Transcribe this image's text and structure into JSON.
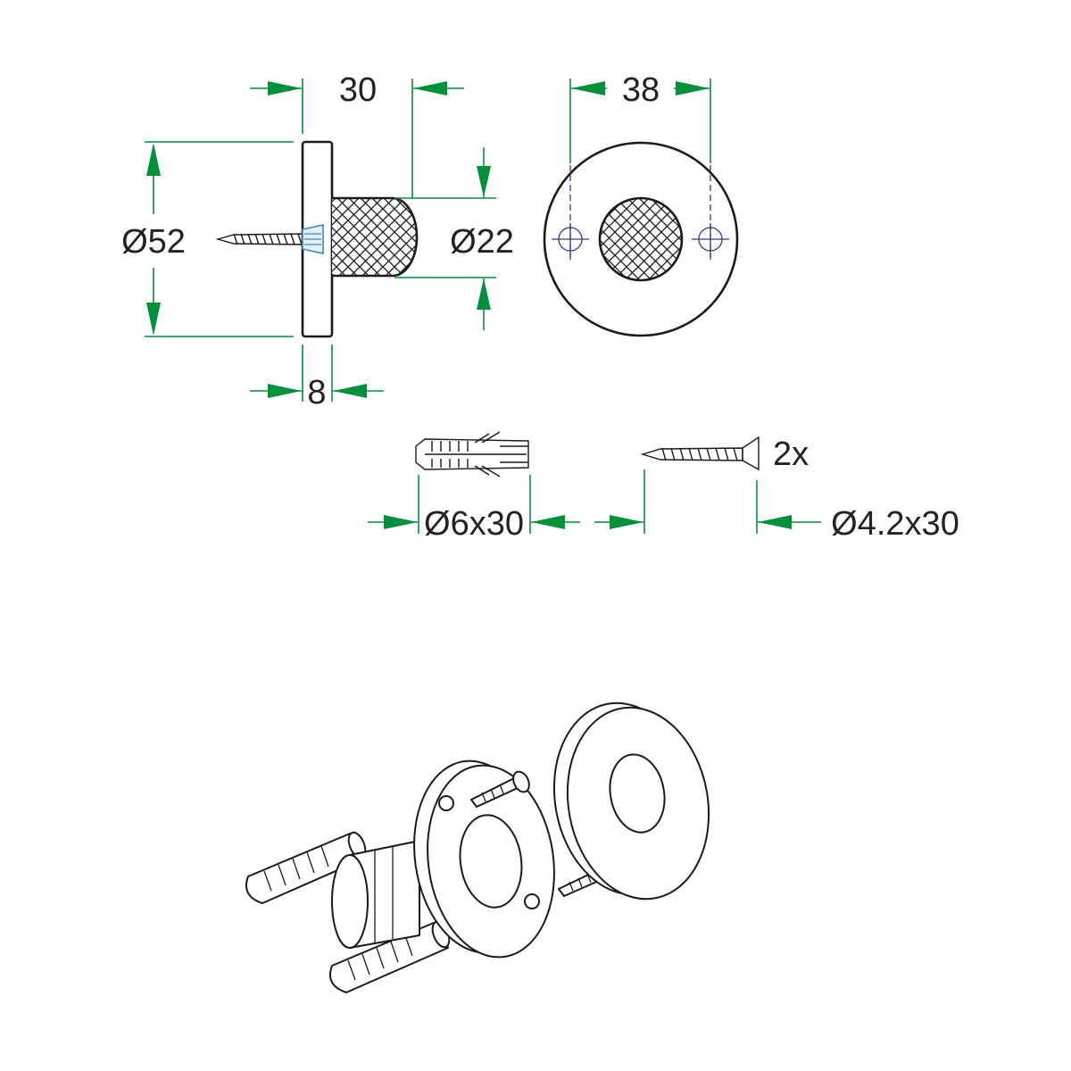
{
  "colors": {
    "dimension": "#00913a",
    "outline": "#1a1a1a",
    "centerline": "#2c3a8a",
    "screw_highlight": "#3a86c8"
  },
  "dimensions": {
    "projection_length": "30",
    "plate_diameter": "Ø52",
    "bumper_diameter": "Ø22",
    "plate_thickness": "8",
    "hole_spacing": "38"
  },
  "hardware": {
    "wall_plug": "Ø6x30",
    "screw": "Ø4.2x30",
    "quantity": "2x"
  }
}
